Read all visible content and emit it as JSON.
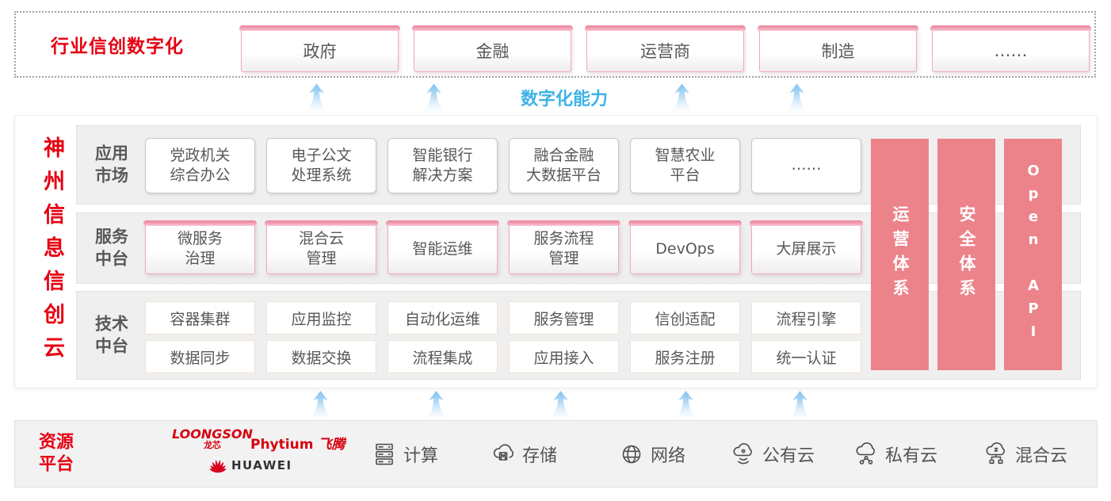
{
  "colors": {
    "accent_red": "#e60012",
    "pillar_pink": "#ec828a",
    "capability_blue": "#3db3e8",
    "logo_red": "#d7000f"
  },
  "industry_layer": {
    "label": "行业信创数字化",
    "boxes": [
      "政府",
      "金融",
      "运营商",
      "制造",
      "……"
    ]
  },
  "capability": {
    "label": "数字化能力"
  },
  "platform": {
    "vertical_title": "神州信息信创云",
    "rows": [
      {
        "label": "应用\n市场",
        "boxes": [
          "党政机关\n综合办公",
          "电子公文\n处理系统",
          "智能银行\n解决方案",
          "融合金融\n大数据平台",
          "智慧农业\n平台",
          "……"
        ]
      },
      {
        "label": "服务\n中台",
        "boxes": [
          "微服务\n治理",
          "混合云\n管理",
          "智能运维",
          "服务流程\n管理",
          "DevOps",
          "大屏展示"
        ]
      },
      {
        "label": "技术\n中台",
        "boxes_top": [
          "容器集群",
          "应用监控",
          "自动化运维",
          "服务管理",
          "信创适配",
          "流程引擎"
        ],
        "boxes_bottom": [
          "数据同步",
          "数据交换",
          "流程集成",
          "应用接入",
          "服务注册",
          "统一认证"
        ]
      }
    ],
    "pillars": [
      "运营体系",
      "安全体系",
      "Open API"
    ]
  },
  "resource_layer": {
    "label": "资源\n平台",
    "vendors": {
      "loongson_en": "LOONGSON",
      "loongson_cn": "龙芯",
      "phytium_en": "Phytium",
      "phytium_cn": "飞腾",
      "huawei": "HUAWEI"
    },
    "items": [
      {
        "icon": "compute-icon",
        "label": "计算"
      },
      {
        "icon": "storage-icon",
        "label": "存储"
      },
      {
        "icon": "network-icon",
        "label": "网络"
      },
      {
        "icon": "public-cloud-icon",
        "label": "公有云"
      },
      {
        "icon": "private-cloud-icon",
        "label": "私有云"
      },
      {
        "icon": "hybrid-cloud-icon",
        "label": "混合云"
      }
    ]
  }
}
